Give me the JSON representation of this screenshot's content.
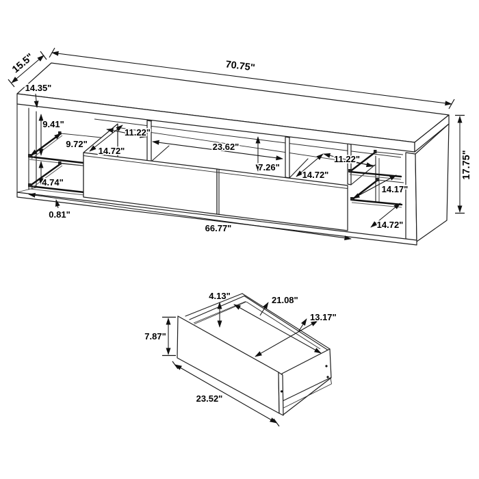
{
  "figure": {
    "kind": "furniture-dimension-diagram",
    "units": "inches",
    "line_color": "#1c1c1c",
    "background": "#ffffff"
  },
  "stand": {
    "dim_overall_width": "70.75\"",
    "dim_overall_depth": "15.5\"",
    "dim_overall_height": "17.75\"",
    "dim_top_depth": "14.35\"",
    "dim_upper_shelf_gap": "9.41\"",
    "dim_shelf_depth": "9.72\"",
    "dim_lower_shelf_gap": "4.74\"",
    "dim_base_thickness": "0.81\"",
    "dim_drawer_span": "66.77\"",
    "dim_left_cubby_width": "11.22\"",
    "dim_left_cubby_depth": "14.72\"",
    "dim_center_cubby_width": "23.62\"",
    "dim_cubby_height": "7.26\"",
    "dim_right_cubby_width": "11.22\"",
    "dim_right_cubby_depth": "14.72\"",
    "dim_right_shelf_gap": "14.17\"",
    "dim_right_lower_depth": "14.72\""
  },
  "drawer": {
    "dim_front_height": "7.87\"",
    "dim_front_width": "23.52\"",
    "dim_inner_height": "4.13\"",
    "dim_inner_width": "21.08\"",
    "dim_inner_depth": "13.17\""
  }
}
